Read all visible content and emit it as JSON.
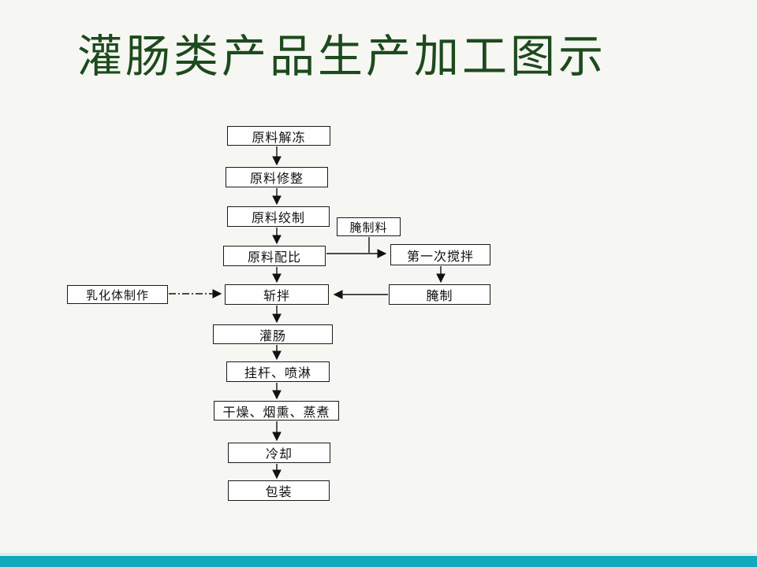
{
  "slide": {
    "title": "灌肠类产品生产加工图示",
    "title_color": "#1d4a1d",
    "background_color": "#f6f7f3",
    "accent_bar_color": "#12a9bc",
    "accent_bar_light_color": "#d9f1f4"
  },
  "flowchart": {
    "nodes": [
      {
        "id": "thaw",
        "label": "原料解冻"
      },
      {
        "id": "trim",
        "label": "原料修整"
      },
      {
        "id": "grind",
        "label": "原料绞制"
      },
      {
        "id": "formulate",
        "label": "原料配比"
      },
      {
        "id": "chop-mix",
        "label": "斩拌"
      },
      {
        "id": "fill-sausage",
        "label": "灌肠"
      },
      {
        "id": "hang-spray",
        "label": "挂杆、喷淋"
      },
      {
        "id": "dry-smoke-cook",
        "label": "干燥、烟熏、蒸煮"
      },
      {
        "id": "cool",
        "label": "冷却"
      },
      {
        "id": "pack",
        "label": "包装"
      },
      {
        "id": "curing-mix",
        "label": "腌制料"
      },
      {
        "id": "first-stir",
        "label": "第一次搅拌"
      },
      {
        "id": "cure",
        "label": "腌制"
      },
      {
        "id": "emulsion-make",
        "label": "乳化体制作"
      }
    ],
    "edges": [
      {
        "from": "原料解冻",
        "to": "原料修整",
        "style": "solid-arrow"
      },
      {
        "from": "原料修整",
        "to": "原料绞制",
        "style": "solid-arrow"
      },
      {
        "from": "原料绞制",
        "to": "原料配比",
        "style": "solid-arrow"
      },
      {
        "from": "原料配比",
        "to": "斩拌",
        "style": "solid-arrow"
      },
      {
        "from": "原料配比",
        "to": "第一次搅拌",
        "style": "solid-arrow"
      },
      {
        "from": "腌制料",
        "to": "第一次搅拌",
        "style": "solid-joins-arrow"
      },
      {
        "from": "第一次搅拌",
        "to": "腌制",
        "style": "solid-arrow"
      },
      {
        "from": "腌制",
        "to": "斩拌",
        "style": "solid-arrow"
      },
      {
        "from": "乳化体制作",
        "to": "斩拌",
        "style": "dash-dot-arrow"
      },
      {
        "from": "斩拌",
        "to": "灌肠",
        "style": "solid-arrow"
      },
      {
        "from": "灌肠",
        "to": "挂杆、喷淋",
        "style": "solid-arrow"
      },
      {
        "from": "挂杆、喷淋",
        "to": "干燥、烟熏、蒸煮",
        "style": "solid-arrow"
      },
      {
        "from": "干燥、烟熏、蒸煮",
        "to": "冷却",
        "style": "solid-arrow"
      },
      {
        "from": "冷却",
        "to": "包装",
        "style": "solid-arrow"
      }
    ]
  }
}
